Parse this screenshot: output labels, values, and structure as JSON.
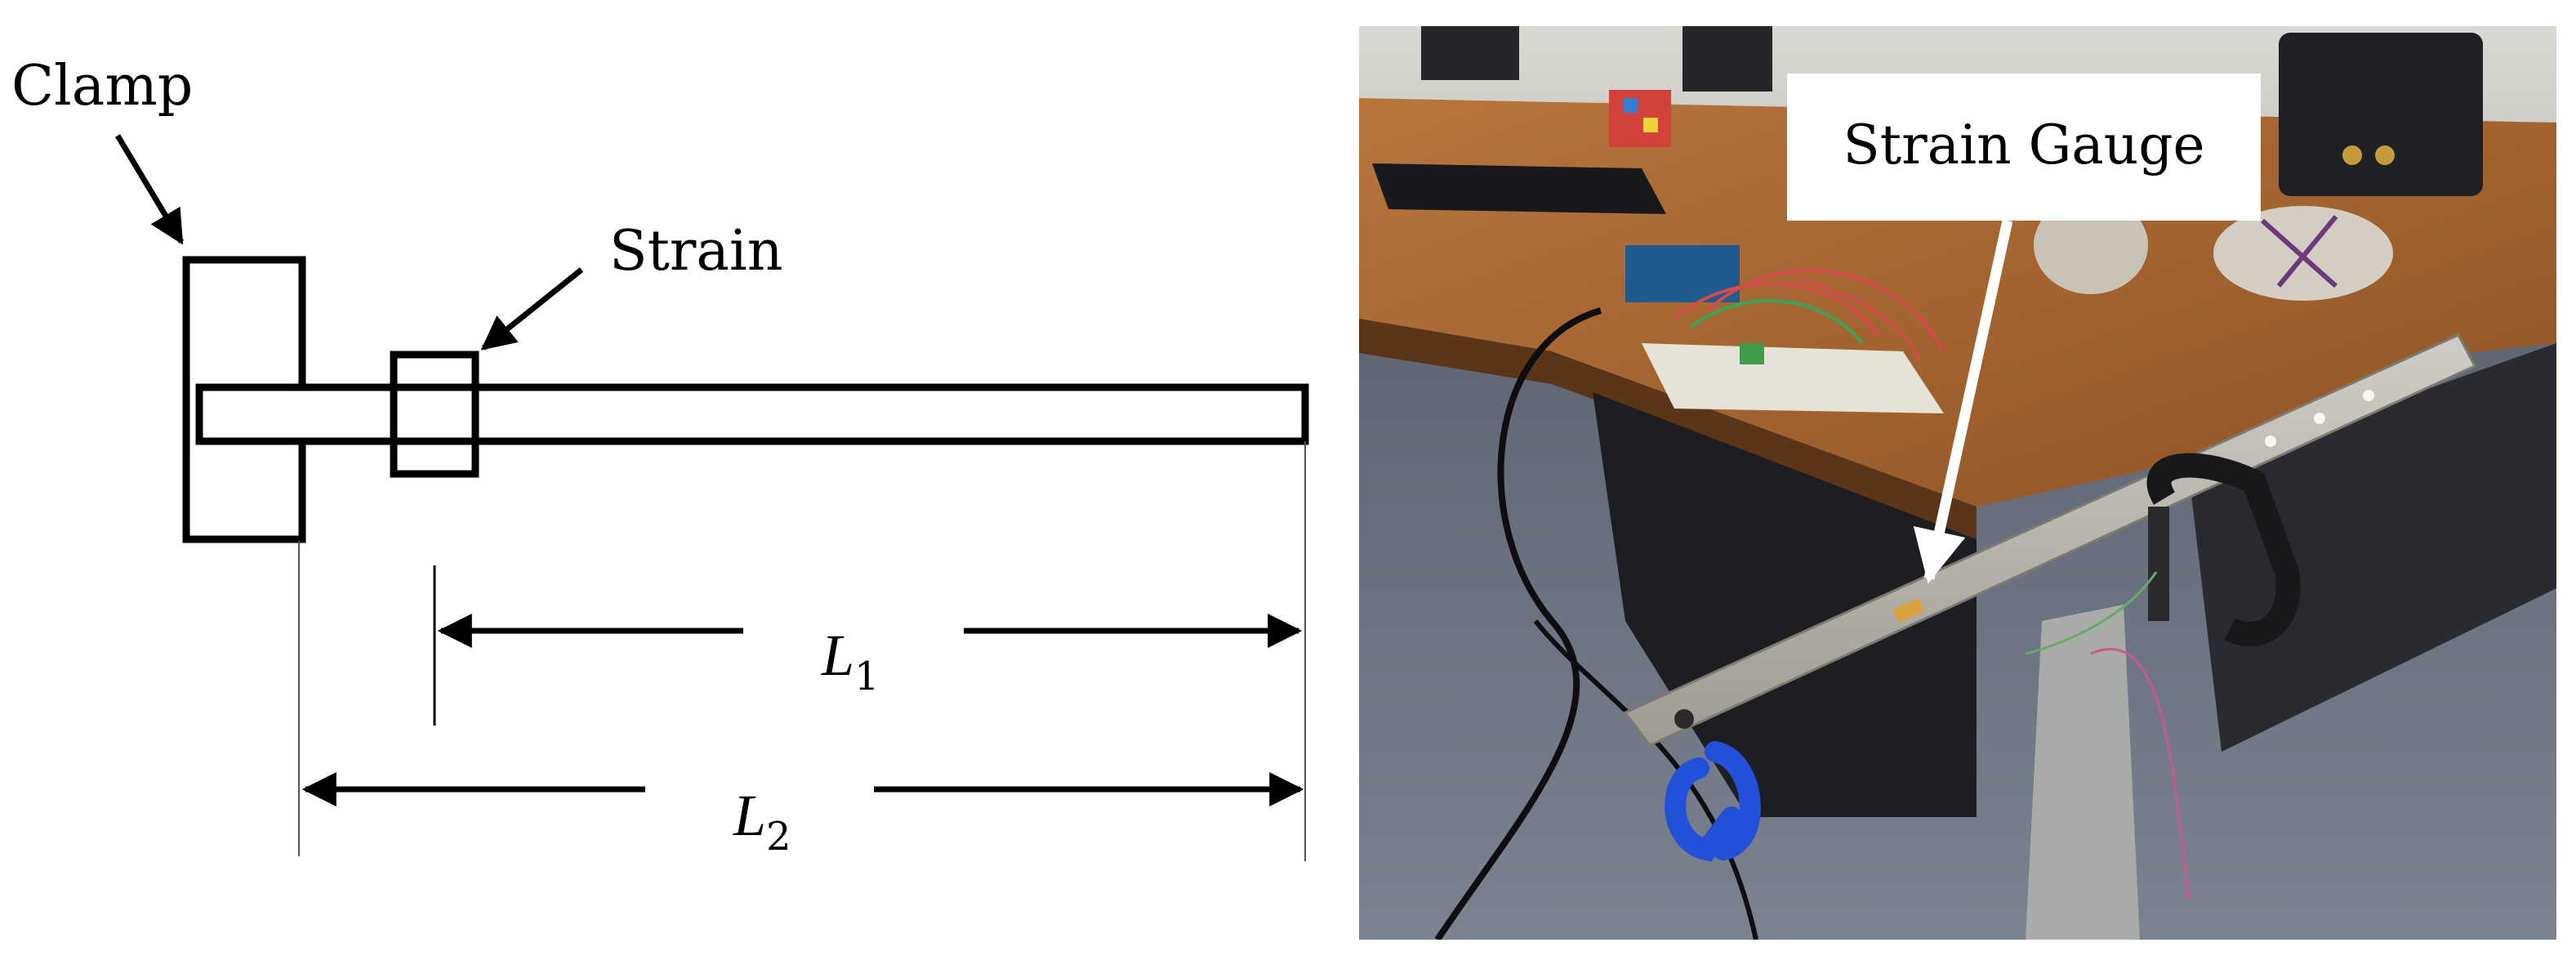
{
  "diagram": {
    "clamp_label": "Clamp",
    "strain_label": "Strain",
    "l1_symbol": "L",
    "l1_subscript": "1",
    "l2_symbol": "L",
    "l2_subscript": "2"
  },
  "photo": {
    "callout_label": "Strain Gauge"
  },
  "colors": {
    "stroke": "#000000",
    "background": "#ffffff",
    "desk_top": "#a8652f",
    "carpet": "#6f7684",
    "ruler": "#b9b6ad",
    "clip": "#2250d8"
  }
}
